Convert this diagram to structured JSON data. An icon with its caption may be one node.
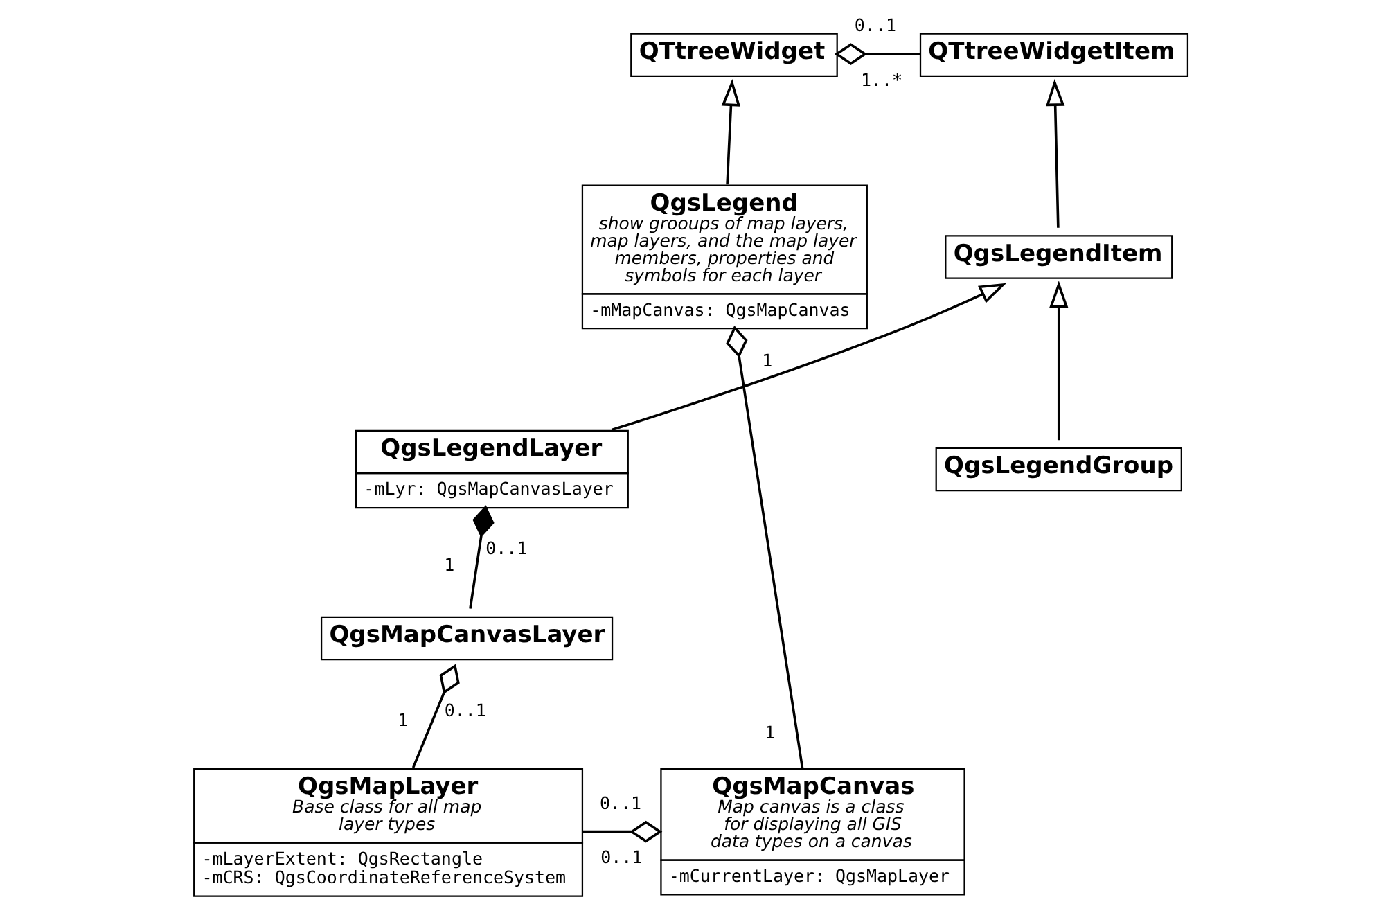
{
  "diagram": {
    "nodes": [
      {
        "text": [
          "QTtreeWidget"
        ]
      },
      {
        "text": [
          "QTtreeWidgetItem"
        ]
      },
      {
        "text": [
          "QgsLegendItem"
        ]
      },
      {
        "text": [
          "QgsLegend",
          "show grooups of map layers, map layers, and the map layer members, properties and symbols for each layer",
          "-mMapCanvas: QgsMapCanvas"
        ]
      },
      {
        "text": [
          "QgsLegendGroup"
        ]
      },
      {
        "text": [
          "QgsLegendLayer",
          "-mLyr: QgsMapCanvasLayer"
        ]
      },
      {
        "text": [
          "QgsMapCanvasLayer"
        ]
      },
      {
        "text": [
          "QgsMapCanvas",
          "Map canvas is a class for displaying all GIS data types on a canvas",
          "-mCurrentLayer: QgsMapLayer"
        ]
      },
      {
        "text": [
          "QgsMapLayer",
          "Base class for all map layer types",
          "-mLayerExtent: QgsRectangle",
          "-mCRS: QgsCoordinateReferenceSystem"
        ]
      }
    ],
    "edges": [
      {
        "from": 0,
        "to": 1,
        "arrow": "other"
      },
      {
        "from": 3,
        "to": 0,
        "arrow": "to"
      },
      {
        "from": 2,
        "to": 1,
        "arrow": "to"
      },
      {
        "from": 4,
        "to": 2,
        "arrow": "to"
      },
      {
        "from": 5,
        "to": 2,
        "arrow": "to"
      },
      {
        "from": 6,
        "to": 5,
        "arrow": "other"
      },
      {
        "from": 8,
        "to": 6,
        "arrow": "other"
      },
      {
        "from": 7,
        "to": 3,
        "arrow": "other"
      },
      {
        "from": 8,
        "to": 7,
        "arrow": "other"
      }
    ],
    "labels": [
      "0..1",
      "1..*",
      "0..1",
      "1",
      "1",
      "0..1",
      "1",
      "1",
      "0..1",
      "0..1"
    ]
  }
}
